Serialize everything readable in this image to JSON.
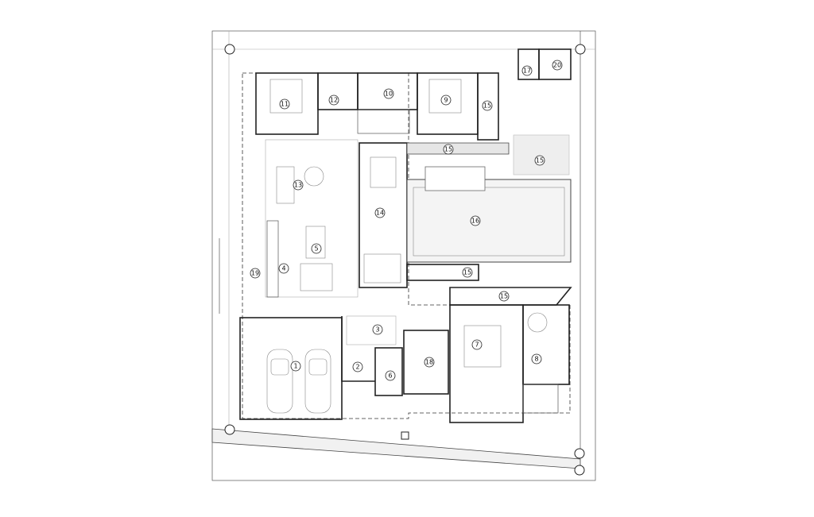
{
  "diagram": {
    "type": "architectural floor plan",
    "tags": [
      {
        "id": "t1",
        "label": "1"
      },
      {
        "id": "t2",
        "label": "2"
      },
      {
        "id": "t3",
        "label": "3"
      },
      {
        "id": "t4",
        "label": "4"
      },
      {
        "id": "t5",
        "label": "5"
      },
      {
        "id": "t6",
        "label": "6"
      },
      {
        "id": "t7",
        "label": "7"
      },
      {
        "id": "t8",
        "label": "8"
      },
      {
        "id": "t9",
        "label": "9"
      },
      {
        "id": "t10",
        "label": "10"
      },
      {
        "id": "t11",
        "label": "11"
      },
      {
        "id": "t12",
        "label": "12"
      },
      {
        "id": "t13",
        "label": "13"
      },
      {
        "id": "t14",
        "label": "14"
      },
      {
        "id": "t15a",
        "label": "15"
      },
      {
        "id": "t15b",
        "label": "15"
      },
      {
        "id": "t15c",
        "label": "15"
      },
      {
        "id": "t15d",
        "label": "15"
      },
      {
        "id": "t15e",
        "label": "15"
      },
      {
        "id": "t16",
        "label": "16"
      },
      {
        "id": "t17",
        "label": "17"
      },
      {
        "id": "t18",
        "label": "18"
      },
      {
        "id": "t19",
        "label": "19"
      },
      {
        "id": "t20",
        "label": "20"
      }
    ]
  }
}
